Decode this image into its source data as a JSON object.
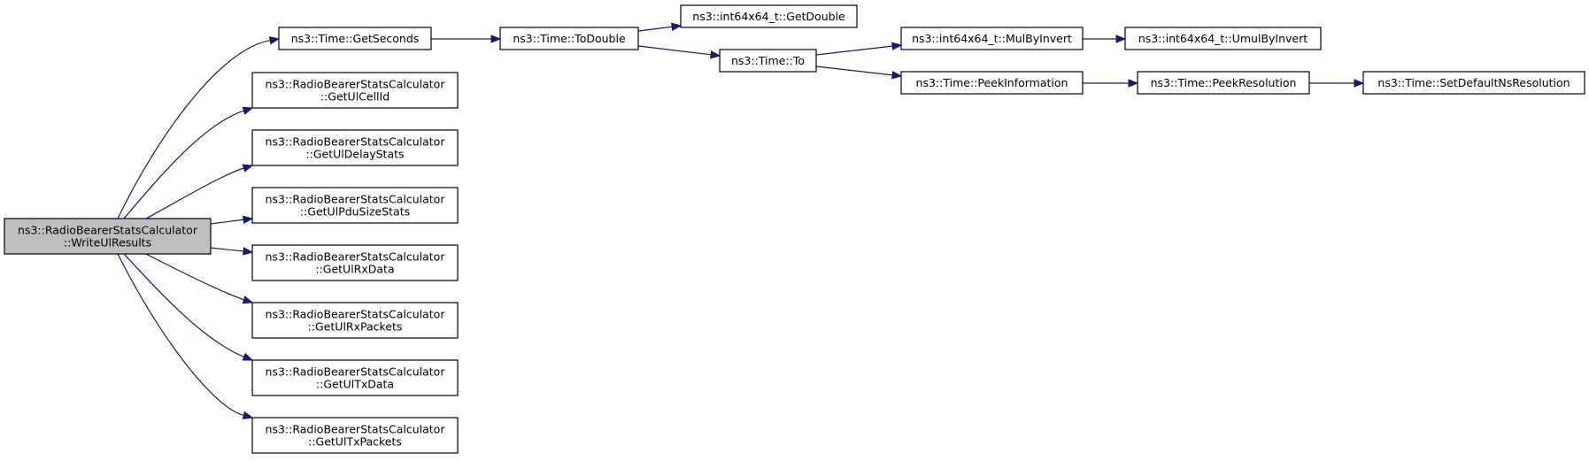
{
  "colors": {
    "edge": "#191970",
    "node_fill": "#ffffff",
    "root_fill": "#bfbfbf",
    "border": "#000000"
  },
  "nodes": [
    {
      "id": "write-ul-results",
      "root": true,
      "lines": [
        "ns3::RadioBearerStatsCalculator",
        "::WriteUlResults"
      ]
    },
    {
      "id": "get-seconds",
      "lines": [
        "ns3::Time::GetSeconds"
      ]
    },
    {
      "id": "get-ul-cell-id",
      "lines": [
        "ns3::RadioBearerStatsCalculator",
        "::GetUlCellId"
      ]
    },
    {
      "id": "get-ul-delay-stats",
      "lines": [
        "ns3::RadioBearerStatsCalculator",
        "::GetUlDelayStats"
      ]
    },
    {
      "id": "get-ul-pdu-size-stats",
      "lines": [
        "ns3::RadioBearerStatsCalculator",
        "::GetUlPduSizeStats"
      ]
    },
    {
      "id": "get-ul-rx-data",
      "lines": [
        "ns3::RadioBearerStatsCalculator",
        "::GetUlRxData"
      ]
    },
    {
      "id": "get-ul-rx-packets",
      "lines": [
        "ns3::RadioBearerStatsCalculator",
        "::GetUlRxPackets"
      ]
    },
    {
      "id": "get-ul-tx-data",
      "lines": [
        "ns3::RadioBearerStatsCalculator",
        "::GetUlTxData"
      ]
    },
    {
      "id": "get-ul-tx-packets",
      "lines": [
        "ns3::RadioBearerStatsCalculator",
        "::GetUlTxPackets"
      ]
    },
    {
      "id": "to-double",
      "lines": [
        "ns3::Time::ToDouble"
      ]
    },
    {
      "id": "get-double",
      "lines": [
        "ns3::int64x64_t::GetDouble"
      ]
    },
    {
      "id": "time-to",
      "lines": [
        "ns3::Time::To"
      ]
    },
    {
      "id": "mul-by-invert",
      "lines": [
        "ns3::int64x64_t::MulByInvert"
      ]
    },
    {
      "id": "umul-by-invert",
      "lines": [
        "ns3::int64x64_t::UmulByInvert"
      ]
    },
    {
      "id": "peek-information",
      "lines": [
        "ns3::Time::PeekInformation"
      ]
    },
    {
      "id": "peek-resolution",
      "lines": [
        "ns3::Time::PeekResolution"
      ]
    },
    {
      "id": "set-default-ns-resolution",
      "lines": [
        "ns3::Time::SetDefaultNsResolution"
      ]
    }
  ],
  "edges": [
    {
      "from": "write-ul-results",
      "to": "get-seconds"
    },
    {
      "from": "write-ul-results",
      "to": "get-ul-cell-id"
    },
    {
      "from": "write-ul-results",
      "to": "get-ul-delay-stats"
    },
    {
      "from": "write-ul-results",
      "to": "get-ul-pdu-size-stats"
    },
    {
      "from": "write-ul-results",
      "to": "get-ul-rx-data"
    },
    {
      "from": "write-ul-results",
      "to": "get-ul-rx-packets"
    },
    {
      "from": "write-ul-results",
      "to": "get-ul-tx-data"
    },
    {
      "from": "write-ul-results",
      "to": "get-ul-tx-packets"
    },
    {
      "from": "get-seconds",
      "to": "to-double"
    },
    {
      "from": "to-double",
      "to": "get-double"
    },
    {
      "from": "to-double",
      "to": "time-to"
    },
    {
      "from": "time-to",
      "to": "mul-by-invert"
    },
    {
      "from": "time-to",
      "to": "peek-information"
    },
    {
      "from": "mul-by-invert",
      "to": "umul-by-invert"
    },
    {
      "from": "peek-information",
      "to": "peek-resolution"
    },
    {
      "from": "peek-resolution",
      "to": "set-default-ns-resolution"
    }
  ]
}
